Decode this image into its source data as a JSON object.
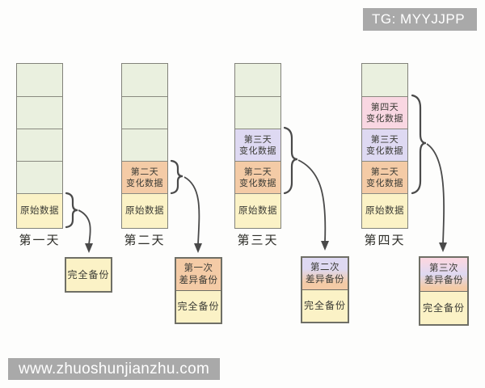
{
  "header": {
    "tg_badge": "TG: MYYJJPP"
  },
  "footer": {
    "watermark": "www.zhuoshunjianzhu.com"
  },
  "colors": {
    "green": "#eaf0df",
    "yellow": "#fbf2c6",
    "orange": "#f4cba6",
    "purple": "#ded9f2",
    "pink": "#f9d7e2",
    "watermark_gray": "#a9a9a9",
    "cell_border": "#82827a",
    "backup_border": "#6f6f66",
    "arrow": "#4a4a4a"
  },
  "columns": [
    {
      "day_label": "第一天",
      "cells": [
        {
          "type": "green"
        },
        {
          "type": "green"
        },
        {
          "type": "green"
        },
        {
          "type": "green"
        },
        {
          "type": "yellow",
          "line1": "原始数据"
        }
      ],
      "backups": [
        {
          "type": "yellow",
          "line1": "完全备份"
        }
      ]
    },
    {
      "day_label": "第二天",
      "cells": [
        {
          "type": "green"
        },
        {
          "type": "green"
        },
        {
          "type": "green"
        },
        {
          "type": "orange",
          "line1": "第二天",
          "line2": "变化数据"
        },
        {
          "type": "yellow",
          "line1": "原始数据"
        }
      ],
      "backups": [
        {
          "type": "orange",
          "line1": "第一次",
          "line2": "差异备份"
        },
        {
          "type": "yellow",
          "line1": "完全备份"
        }
      ]
    },
    {
      "day_label": "第三天",
      "cells": [
        {
          "type": "green"
        },
        {
          "type": "green"
        },
        {
          "type": "purple",
          "line1": "第三天",
          "line2": "变化数据"
        },
        {
          "type": "orange",
          "line1": "第二天",
          "line2": "变化数据"
        },
        {
          "type": "yellow",
          "line1": "原始数据"
        }
      ],
      "backups": [
        {
          "type": "purple-orange",
          "line1": "第二次",
          "line2": "差异备份"
        },
        {
          "type": "yellow",
          "line1": "完全备份"
        }
      ]
    },
    {
      "day_label": "第四天",
      "cells": [
        {
          "type": "green"
        },
        {
          "type": "pink",
          "line1": "第四天",
          "line2": "变化数据"
        },
        {
          "type": "purple",
          "line1": "第三天",
          "line2": "变化数据"
        },
        {
          "type": "orange",
          "line1": "第二天",
          "line2": "变化数据"
        },
        {
          "type": "yellow",
          "line1": "原始数据"
        }
      ],
      "backups": [
        {
          "type": "pink-purple-orange",
          "line1": "第三次",
          "line2": "差异备份"
        },
        {
          "type": "yellow",
          "line1": "完全备份"
        }
      ]
    }
  ]
}
